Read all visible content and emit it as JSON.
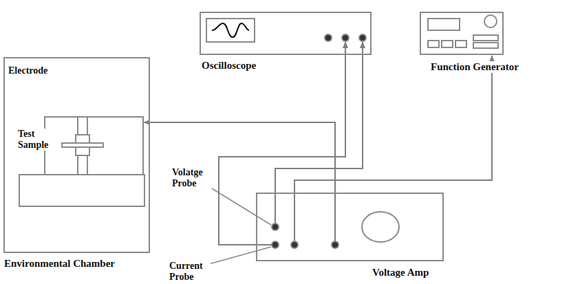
{
  "diagram": {
    "nodes": [
      {
        "text": [
          "Environmental Chamber"
        ]
      },
      {
        "text": [
          "Oscilloscope"
        ]
      },
      {
        "text": [
          "Function Generator"
        ]
      },
      {
        "text": [
          "Voltage Amp"
        ]
      }
    ],
    "edges": [
      {
        "from": 3,
        "to": 0,
        "arrow": "to"
      },
      {
        "from": 3,
        "to": 1,
        "arrow": "to"
      },
      {
        "from": 3,
        "to": 1,
        "arrow": "to"
      },
      {
        "from": 3,
        "to": 2,
        "arrow": "to"
      }
    ],
    "labels": [
      "Electrode",
      "Test Sample",
      "Volatge Probe",
      "Current Probe"
    ]
  }
}
